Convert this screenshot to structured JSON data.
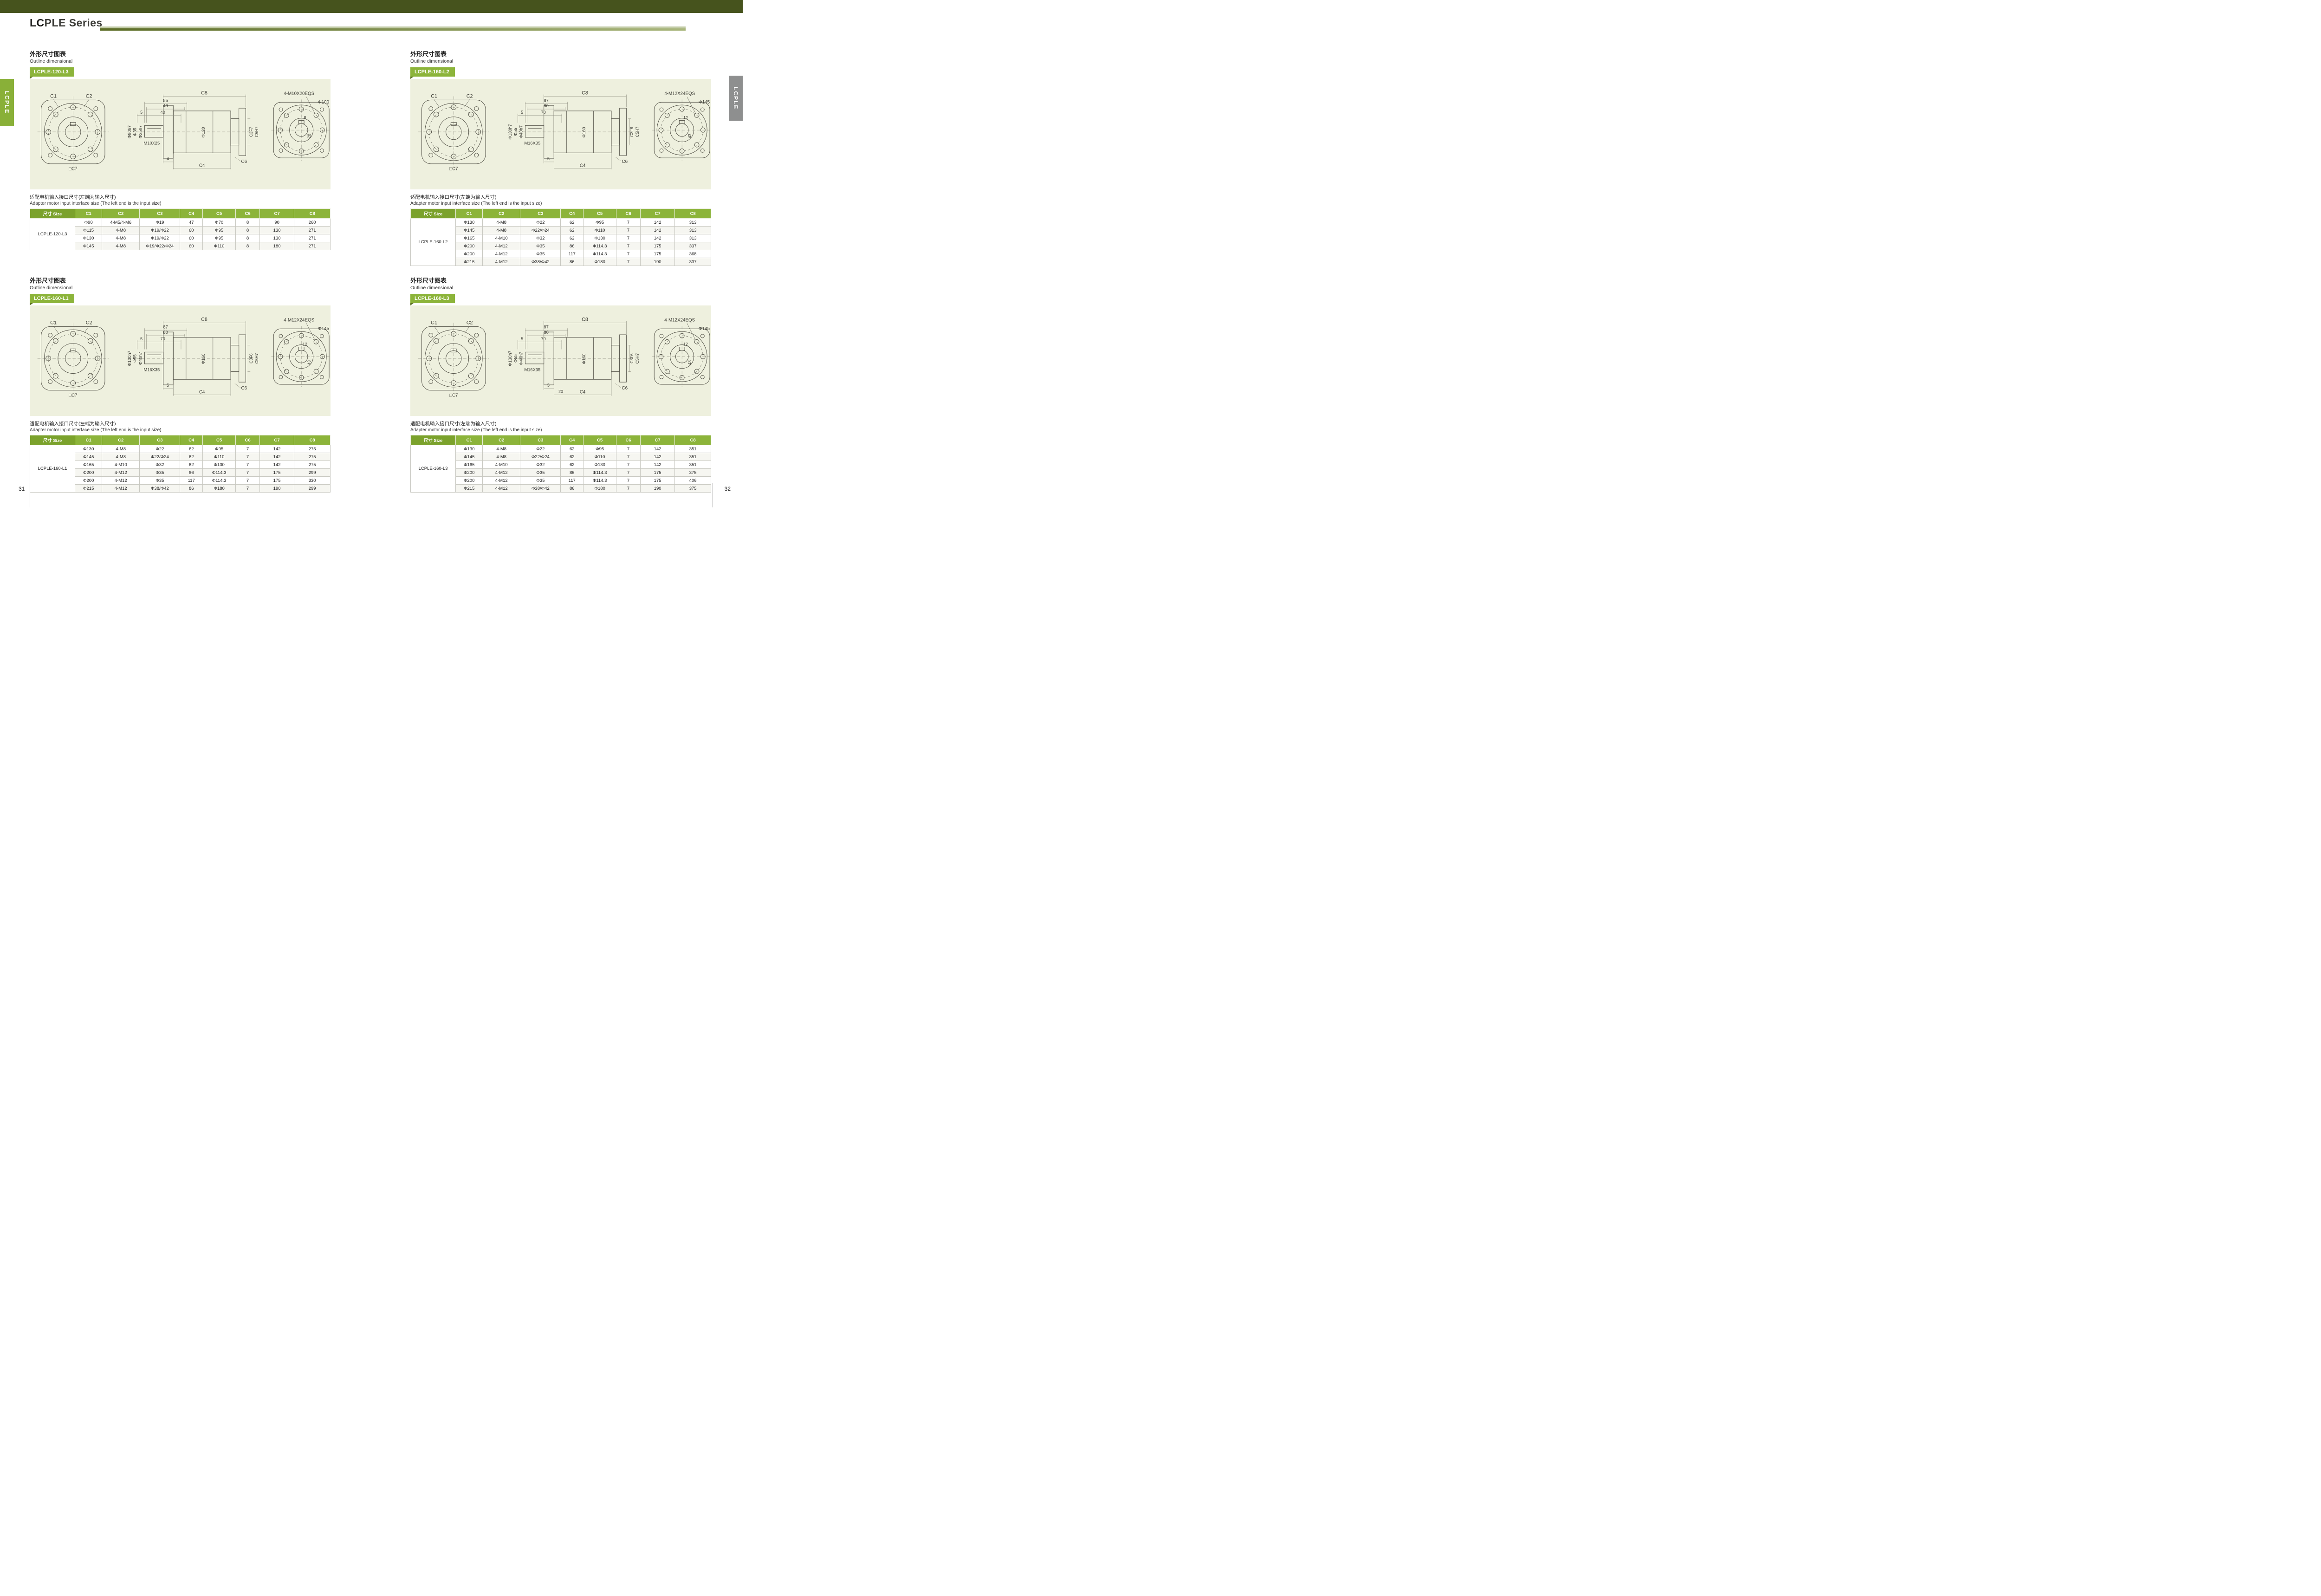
{
  "page": {
    "title_lc": "LC",
    "title_rest": "PLE Series",
    "left_tab": "LCPLE",
    "right_tab": "LCPLE",
    "page_left": "31",
    "page_right": "32"
  },
  "headings": {
    "outline_cn": "外形尺寸图表",
    "outline_en": "Outline dimensional",
    "adapter_cn": "适配电机输入接口尺寸(左端为输入尺寸)",
    "adapter_en": "Adapter motor input interface size (The left end is the input size)"
  },
  "table_headers": [
    "尺寸 Size",
    "C1",
    "C2",
    "C3",
    "C4",
    "C5",
    "C6",
    "C7",
    "C8"
  ],
  "colors": {
    "accent_green": "#8cb43a",
    "dark_olive": "#46531d",
    "panel_bg": "#eef0de",
    "tab_gray": "#8e8f8f"
  },
  "sections": [
    {
      "badge": "LCPLE-120-L3",
      "model": "LCPLE-120-L3",
      "drawing": {
        "c1": "C1",
        "c2": "C2",
        "c7": "□C7",
        "c8": "C8",
        "d1": "55",
        "d2": "49",
        "d_off": "5",
        "d3": "40",
        "dia_pilot": "Φ80h7",
        "dia_a": "Φ35",
        "dia_b": "Φ25h7",
        "thread": "M10X25",
        "dia_body": "Φ120",
        "d_bot": "4",
        "c4": "C4",
        "c6": "C6",
        "fit_a": "C3F7",
        "fit_b": "C5H7",
        "bolts": "4-M10X20EQS",
        "bc": "Φ100",
        "r1": "8",
        "r2": "28"
      },
      "rows": [
        [
          "Φ90",
          "4-M5/4-M6",
          "Φ19",
          "47",
          "Φ70",
          "8",
          "90",
          "260"
        ],
        [
          "Φ115",
          "4-M8",
          "Φ19/Φ22",
          "60",
          "Φ95",
          "8",
          "130",
          "271"
        ],
        [
          "Φ130",
          "4-M8",
          "Φ19/Φ22",
          "60",
          "Φ95",
          "8",
          "130",
          "271"
        ],
        [
          "Φ145",
          "4-M8",
          "Φ19/Φ22/Φ24",
          "60",
          "Φ110",
          "8",
          "180",
          "271"
        ]
      ]
    },
    {
      "badge": "LCPLE-160-L1",
      "model": "LCPLE-160-L1",
      "drawing": {
        "c1": "C1",
        "c2": "C2",
        "c7": "□C7",
        "c8": "C8",
        "d1": "87",
        "d2": "80",
        "d_off": "5",
        "d3": "70",
        "dia_pilot": "Φ130h7",
        "dia_a": "Φ55",
        "dia_b": "Φ40h7",
        "thread": "M16X35",
        "dia_body": "Φ160",
        "d_bot": "5",
        "c4": "C4",
        "c6": "C6",
        "fit_a": "C3F6",
        "fit_b": "C5H7",
        "bolts": "4-M12X24EQS",
        "bc": "Φ145",
        "r1": "12",
        "r2": "43"
      },
      "rows": [
        [
          "Φ130",
          "4-M8",
          "Φ22",
          "62",
          "Φ95",
          "7",
          "142",
          "275"
        ],
        [
          "Φ145",
          "4-M8",
          "Φ22/Φ24",
          "62",
          "Φ110",
          "7",
          "142",
          "275"
        ],
        [
          "Φ165",
          "4-M10",
          "Φ32",
          "62",
          "Φ130",
          "7",
          "142",
          "275"
        ],
        [
          "Φ200",
          "4-M12",
          "Φ35",
          "86",
          "Φ114.3",
          "7",
          "175",
          "299"
        ],
        [
          "Φ200",
          "4-M12",
          "Φ35",
          "117",
          "Φ114.3",
          "7",
          "175",
          "330"
        ],
        [
          "Φ215",
          "4-M12",
          "Φ38/Φ42",
          "86",
          "Φ180",
          "7",
          "190",
          "299"
        ]
      ]
    },
    {
      "badge": "LCPLE-160-L2",
      "model": "LCPLE-160-L2",
      "drawing": {
        "c1": "C1",
        "c2": "C2",
        "c7": "□C7",
        "c8": "C8",
        "d1": "87",
        "d2": "80",
        "d_off": "5",
        "d3": "70",
        "dia_pilot": "Φ130h7",
        "dia_a": "Φ55",
        "dia_b": "Φ40h7",
        "thread": "M16X35",
        "dia_body": "Φ160",
        "d_bot": "5",
        "c4": "C4",
        "c6": "C6",
        "fit_a": "C3F6",
        "fit_b": "C5H7",
        "bolts": "4-M12X24EQS",
        "bc": "Φ145",
        "r1": "12",
        "r2": "43"
      },
      "rows": [
        [
          "Φ130",
          "4-M8",
          "Φ22",
          "62",
          "Φ95",
          "7",
          "142",
          "313"
        ],
        [
          "Φ145",
          "4-M8",
          "Φ22/Φ24",
          "62",
          "Φ110",
          "7",
          "142",
          "313"
        ],
        [
          "Φ165",
          "4-M10",
          "Φ32",
          "62",
          "Φ130",
          "7",
          "142",
          "313"
        ],
        [
          "Φ200",
          "4-M12",
          "Φ35",
          "86",
          "Φ114.3",
          "7",
          "175",
          "337"
        ],
        [
          "Φ200",
          "4-M12",
          "Φ35",
          "117",
          "Φ114.3",
          "7",
          "175",
          "368"
        ],
        [
          "Φ215",
          "4-M12",
          "Φ38/Φ42",
          "86",
          "Φ180",
          "7",
          "190",
          "337"
        ]
      ]
    },
    {
      "badge": "LCPLE-160-L3",
      "model": "LCPLE-160-L3",
      "drawing": {
        "c1": "C1",
        "c2": "C2",
        "c7": "□C7",
        "c8": "C8",
        "d1": "87",
        "d2": "80",
        "d_off": "5",
        "d3": "70",
        "dia_pilot": "Φ130h7",
        "dia_a": "Φ55",
        "dia_b": "Φ40h7",
        "thread": "M16X35",
        "dia_body": "Φ160",
        "d_bot": "5",
        "d_bot2": "20",
        "c4": "C4",
        "c6": "C6",
        "fit_a": "C3F6",
        "fit_b": "C5H7",
        "bolts": "4-M12X24EQS",
        "bc": "Φ145",
        "r1": "12",
        "r2": "43"
      },
      "rows": [
        [
          "Φ130",
          "4-M8",
          "Φ22",
          "62",
          "Φ95",
          "7",
          "142",
          "351"
        ],
        [
          "Φ145",
          "4-M8",
          "Φ22/Φ24",
          "62",
          "Φ110",
          "7",
          "142",
          "351"
        ],
        [
          "Φ165",
          "4-M10",
          "Φ32",
          "62",
          "Φ130",
          "7",
          "142",
          "351"
        ],
        [
          "Φ200",
          "4-M12",
          "Φ35",
          "86",
          "Φ114.3",
          "7",
          "175",
          "375"
        ],
        [
          "Φ200",
          "4-M12",
          "Φ35",
          "117",
          "Φ114.3",
          "7",
          "175",
          "406"
        ],
        [
          "Φ215",
          "4-M12",
          "Φ38/Φ42",
          "86",
          "Φ180",
          "7",
          "190",
          "375"
        ]
      ]
    }
  ]
}
